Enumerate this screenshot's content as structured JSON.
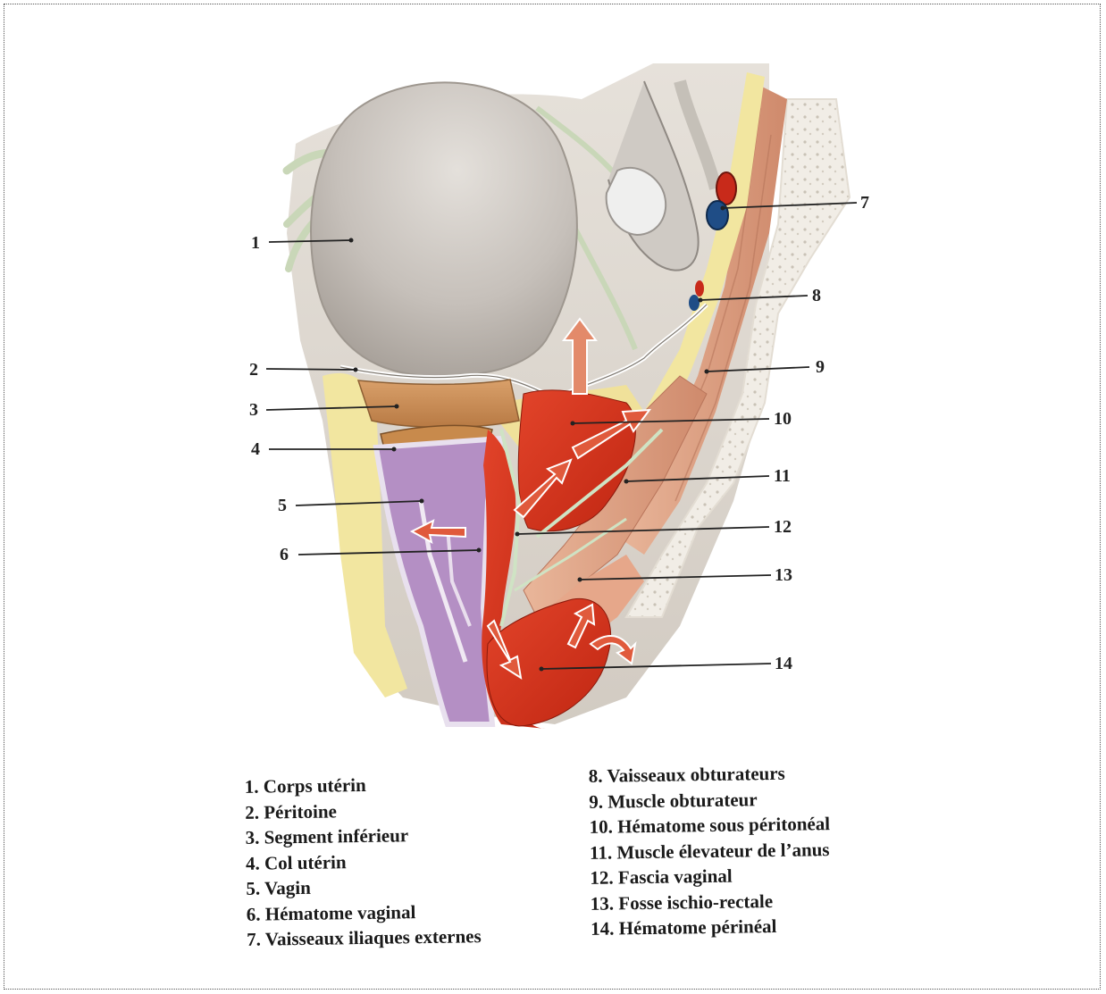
{
  "figure": {
    "callout_numbers": [
      "1",
      "2",
      "3",
      "4",
      "5",
      "6",
      "7",
      "8",
      "9",
      "10",
      "11",
      "12",
      "13",
      "14"
    ]
  },
  "legend": {
    "left": [
      "1. Corps utérin",
      "2. Péritoine",
      "3. Segment inférieur",
      "4. Col utérin",
      "5. Vagin",
      "6. Hématome vaginal",
      "7. Vaisseaux iliaques externes"
    ],
    "right": [
      "8. Vaisseaux obturateurs",
      "9. Muscle obturateur",
      "10. Hématome sous péritonéal",
      "11. Muscle élevateur de l’anus",
      "12. Fascia vaginal",
      "13. Fosse ischio-rectale",
      "14. Hématome périnéal"
    ]
  },
  "colors": {
    "uterus": "#c9c3bd",
    "background_tissue": "#ded8d0",
    "fat": "#f2e6a0",
    "hematoma": "#d8341c",
    "vagina": "#b48fc4",
    "cervix": "#c88a4c",
    "muscle": "#dc9c82",
    "bone": "#f1ede6",
    "artery": "#c82a1a",
    "vein": "#1f4d86"
  }
}
